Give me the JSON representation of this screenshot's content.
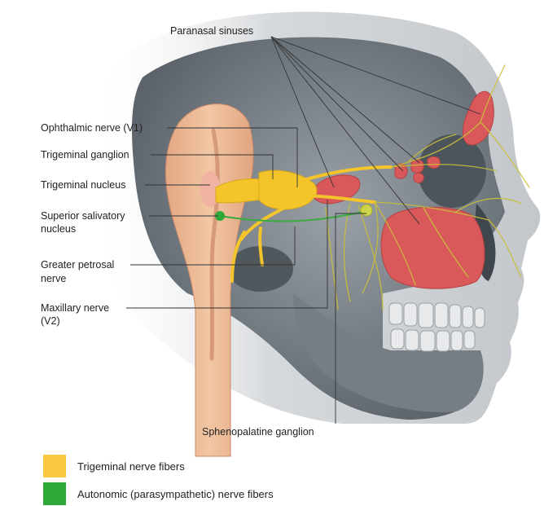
{
  "labels": {
    "paranasal_sinuses": "Paranasal sinuses",
    "ophthalmic_nerve": "Ophthalmic nerve (V1)",
    "trigeminal_ganglion": "Trigeminal ganglion",
    "trigeminal_nucleus": "Trigeminal nucleus",
    "superior_salivatory_line1": "Superior salivatory",
    "superior_salivatory_line2": "nucleus",
    "greater_petrosal_line1": "Greater petrosal",
    "greater_petrosal_line2": "nerve",
    "maxillary_line1": "Maxillary nerve",
    "maxillary_line2": "(V2)",
    "sphenopalatine_ganglion": "Sphenopalatine ganglion"
  },
  "legend": [
    {
      "label": "Trigeminal nerve fibers",
      "color": "#f9c93f"
    },
    {
      "label": "Autonomic (parasympathetic) nerve fibers",
      "color": "#2fa83a"
    }
  ],
  "colors": {
    "skull": "#7d858c",
    "skin": "#c9cdd1",
    "brainstem": "#e9b48f",
    "sinus": "#d9595a",
    "trigeminal": "#f4c52b",
    "autonomic": "#3bab3e",
    "leader": "#333333"
  }
}
